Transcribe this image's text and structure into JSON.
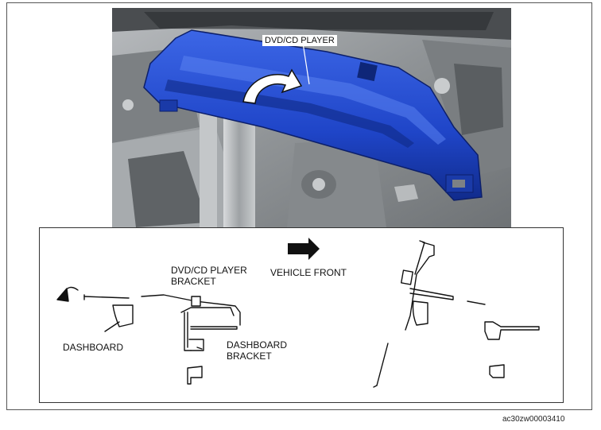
{
  "photo": {
    "callout": "DVD/CD PLAYER",
    "part_color": "#1f45c8"
  },
  "detail": {
    "player_bracket_label": [
      "DVD/CD PLAYER",
      "BRACKET"
    ],
    "dashboard_label": "DASHBOARD",
    "dashboard_bracket_label": [
      "DASHBOARD",
      "BRACKET"
    ],
    "vehicle_front_label": "VEHICLE FRONT"
  },
  "reference_code": "ac30zw00003410"
}
